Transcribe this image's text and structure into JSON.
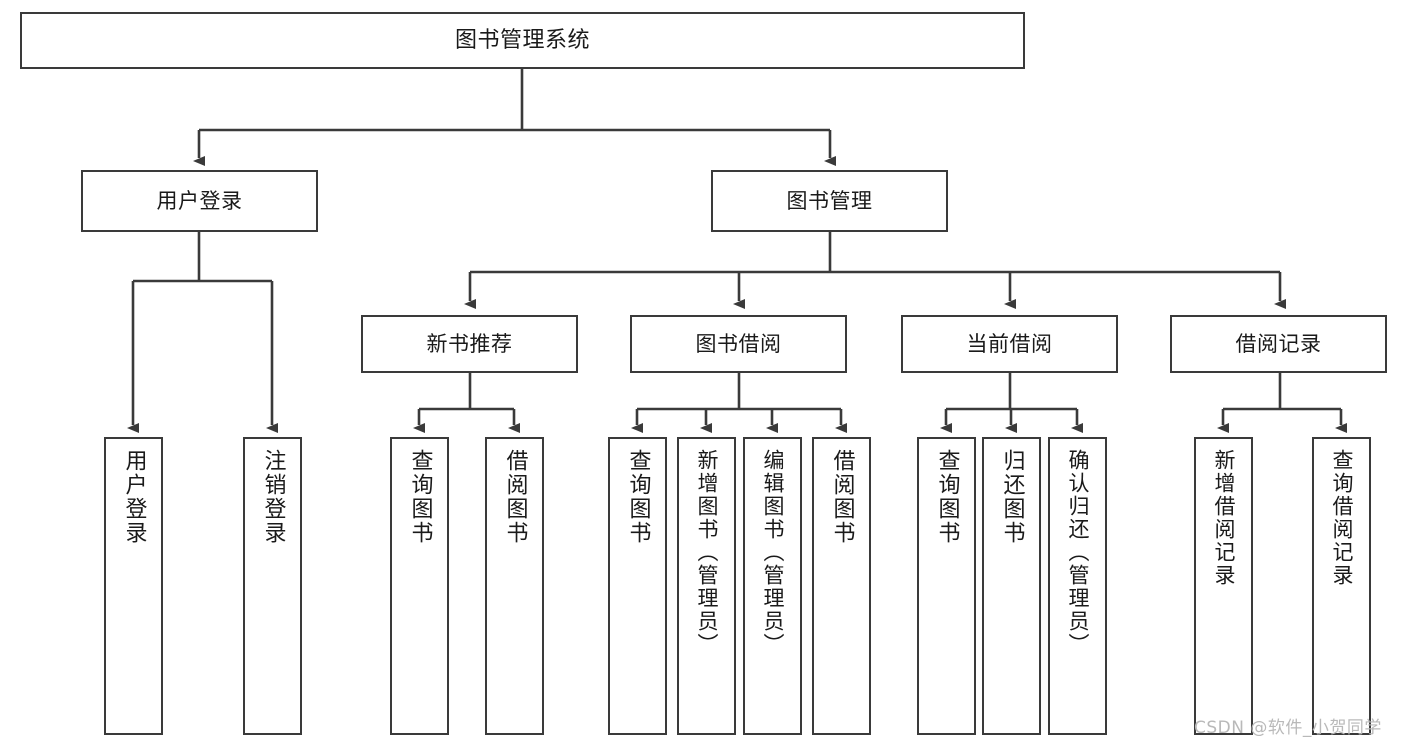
{
  "diagram": {
    "type": "tree-hierarchy",
    "title": "图书管理系统",
    "root": {
      "label": "图书管理系统"
    },
    "level2": [
      {
        "id": "user-login",
        "label": "用户登录"
      },
      {
        "id": "book-management",
        "label": "图书管理"
      }
    ],
    "level3": [
      {
        "id": "new-book-recommend",
        "label": "新书推荐",
        "parent": "book-management"
      },
      {
        "id": "book-borrow",
        "label": "图书借阅",
        "parent": "book-management"
      },
      {
        "id": "current-borrow",
        "label": "当前借阅",
        "parent": "book-management"
      },
      {
        "id": "borrow-record",
        "label": "借阅记录",
        "parent": "book-management"
      }
    ],
    "leaves": [
      {
        "id": "leaf-user-login",
        "label": "用户登录",
        "parent": "user-login"
      },
      {
        "id": "leaf-logout",
        "label": "注销登录",
        "parent": "user-login"
      },
      {
        "id": "leaf-query-book-1",
        "label": "查询图书",
        "parent": "new-book-recommend"
      },
      {
        "id": "leaf-borrow-book-1",
        "label": "借阅图书",
        "parent": "new-book-recommend"
      },
      {
        "id": "leaf-query-book-2",
        "label": "查询图书",
        "parent": "book-borrow"
      },
      {
        "id": "leaf-add-book",
        "label": "新增图书（管理员）",
        "parent": "book-borrow"
      },
      {
        "id": "leaf-edit-book",
        "label": "编辑图书（管理员）",
        "parent": "book-borrow"
      },
      {
        "id": "leaf-borrow-book-2",
        "label": "借阅图书",
        "parent": "book-borrow"
      },
      {
        "id": "leaf-query-book-3",
        "label": "查询图书",
        "parent": "current-borrow"
      },
      {
        "id": "leaf-return-book",
        "label": "归还图书",
        "parent": "current-borrow"
      },
      {
        "id": "leaf-confirm-return",
        "label": "确认归还（管理员）",
        "parent": "current-borrow"
      },
      {
        "id": "leaf-add-record",
        "label": "新增借阅记录",
        "parent": "borrow-record"
      },
      {
        "id": "leaf-query-record",
        "label": "查询借阅记录",
        "parent": "borrow-record"
      }
    ],
    "colors": {
      "stroke": "#3a3a3a",
      "fill": "#ffffff",
      "text": "#1a1a1a",
      "watermark": "#b9b9b9"
    }
  },
  "watermark": {
    "text": "CSDN @软件_小贺同学"
  }
}
